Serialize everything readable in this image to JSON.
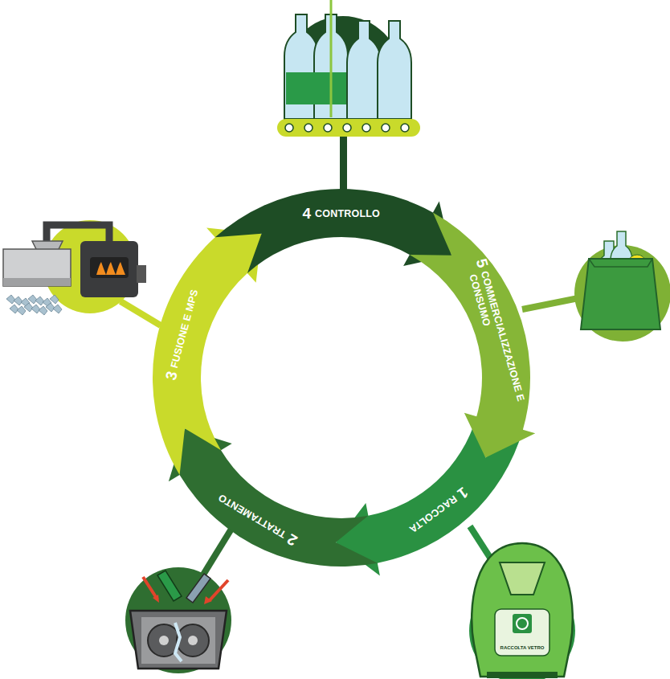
{
  "diagram": {
    "nodes": [
      {
        "text": [
          "1",
          "RACCOLTA"
        ]
      },
      {
        "text": [
          "2",
          "TRATTAMENTO"
        ]
      },
      {
        "text": [
          "3",
          "FUSIONE E MPS"
        ]
      },
      {
        "text": [
          "4",
          "CONTROLLO"
        ]
      },
      {
        "text": [
          "5",
          "COMMERCIALIZZAZIONE E CONSUMO"
        ]
      }
    ],
    "labels": [
      "RACCOLTA VETRO"
    ]
  }
}
